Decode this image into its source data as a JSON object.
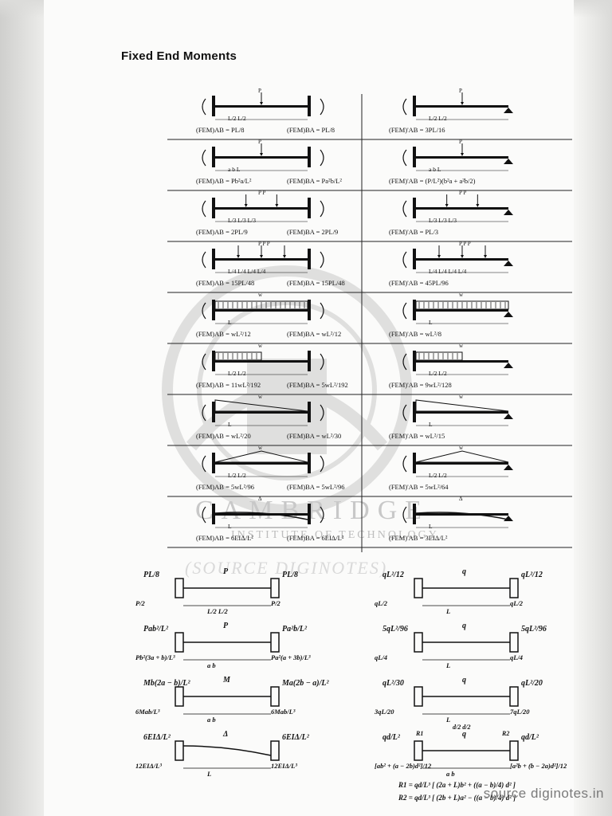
{
  "page_title": "Fixed End Moments",
  "watermark": {
    "line1": "CAMBRIDGE",
    "line2": "INSTITUTE OF TECHNOLOGY",
    "line3": "(SOURCE DIGINOTES)"
  },
  "table": {
    "rows": [
      {
        "left": {
          "f1": "(FEM)AB = PL/8",
          "f2": "(FEM)BA = PL/8",
          "dims": "L/2   L/2",
          "load": "P"
        },
        "right": {
          "f1": "(FEM)'AB = 3PL/16",
          "dims": "L/2   L/2",
          "load": "P"
        }
      },
      {
        "left": {
          "f1": "(FEM)AB = Pb²a/L²",
          "f2": "(FEM)BA = Pa²b/L²",
          "dims": "a   b   L",
          "load": "P"
        },
        "right": {
          "f1": "(FEM)'AB = (P/L²)(b²a + a²b/2)",
          "dims": "a   b   L",
          "load": "P"
        }
      },
      {
        "left": {
          "f1": "(FEM)AB = 2PL/9",
          "f2": "(FEM)BA = 2PL/9",
          "dims": "L/3   L/3   L/3",
          "load": "P   P"
        },
        "right": {
          "f1": "(FEM)'AB = PL/3",
          "dims": "L/3   L/3   L/3",
          "load": "P   P"
        }
      },
      {
        "left": {
          "f1": "(FEM)AB = 15PL/48",
          "f2": "(FEM)BA = 15PL/48",
          "dims": "L/4   L/4   L/4   L/4",
          "load": "P   P   P"
        },
        "right": {
          "f1": "(FEM)'AB = 45PL/96",
          "dims": "L/4   L/4   L/4   L/4",
          "load": "P   P   P"
        }
      },
      {
        "left": {
          "f1": "(FEM)AB = wL²/12",
          "f2": "(FEM)BA = wL²/12",
          "dims": "L",
          "load": "w"
        },
        "right": {
          "f1": "(FEM)'AB = wL²/8",
          "dims": "L",
          "load": "w"
        }
      },
      {
        "left": {
          "f1": "(FEM)AB = 11wL²/192",
          "f2": "(FEM)BA = 5wL²/192",
          "dims": "L/2   L/2",
          "load": "w"
        },
        "right": {
          "f1": "(FEM)'AB = 9wL²/128",
          "dims": "L/2   L/2",
          "load": "w"
        }
      },
      {
        "left": {
          "f1": "(FEM)AB = wL²/20",
          "f2": "(FEM)BA = wL²/30",
          "dims": "L",
          "load": "w"
        },
        "right": {
          "f1": "(FEM)'AB = wL²/15",
          "dims": "L",
          "load": "w"
        }
      },
      {
        "left": {
          "f1": "(FEM)AB = 5wL²/96",
          "f2": "(FEM)BA = 5wL²/96",
          "dims": "L/2   L/2",
          "load": "w"
        },
        "right": {
          "f1": "(FEM)'AB = 5wL²/64",
          "dims": "L/2   L/2",
          "load": "w"
        }
      },
      {
        "left": {
          "f1": "(FEM)AB = 6EIΔ/L²",
          "f2": "(FEM)BA = 6EIΔ/L²",
          "dims": "L",
          "load": "Δ"
        },
        "right": {
          "f1": "(FEM)'AB = 3EIΔ/L²",
          "dims": "L",
          "load": "Δ"
        }
      }
    ]
  },
  "bottom_left": [
    {
      "m1": "PL/8",
      "m2": "PL/8",
      "r1": "P/2",
      "r2": "P/2",
      "load": "P",
      "dims": "L/2   L/2"
    },
    {
      "m1": "Pab²/L²",
      "m2": "Pa²b/L²",
      "r1": "Pb²(3a + b)/L³",
      "r2": "Pa²(a + 3b)/L³",
      "load": "P",
      "dims": "a   b"
    },
    {
      "m1": "Mb(2a − b)/L²",
      "m2": "Ma(2b − a)/L²",
      "r1": "6Mab/L³",
      "r2": "6Mab/L³",
      "load": "M",
      "dims": "a   b"
    },
    {
      "m1": "6EIΔ/L²",
      "m2": "6EIΔ/L²",
      "r1": "12EIΔ/L³",
      "r2": "12EIΔ/L³",
      "load": "Δ",
      "dims": "L"
    }
  ],
  "bottom_right": [
    {
      "m1": "qL²/12",
      "m2": "qL²/12",
      "r1": "qL/2",
      "r2": "qL/2",
      "load": "q",
      "dims": "L"
    },
    {
      "m1": "5qL²/96",
      "m2": "5qL²/96",
      "r1": "qL/4",
      "r2": "qL/4",
      "load": "q",
      "dims": "L"
    },
    {
      "m1": "qL²/30",
      "m2": "qL²/20",
      "r1": "3qL/20",
      "r2": "7qL/20",
      "load": "q",
      "dims": "L"
    },
    {
      "m1": "qd/L²",
      "m2": "qd/L²",
      "r1": "[ab² + (a − 2b)d²]/12",
      "r2": "[a²b + (b − 2a)d²]/12",
      "load": "q",
      "dims": "a   b",
      "extra1": "R1 = qd/L³ [ (2a + L)b² + ((a − b)/4) d² ]",
      "extra2": "R2 = qd/L³ [ (2b + L)a² − ((a − b)/4) d² ]",
      "R1": "R1",
      "R2": "R2",
      "half_d": "d/2   d/2"
    }
  ],
  "footer": "source diginotes.in"
}
